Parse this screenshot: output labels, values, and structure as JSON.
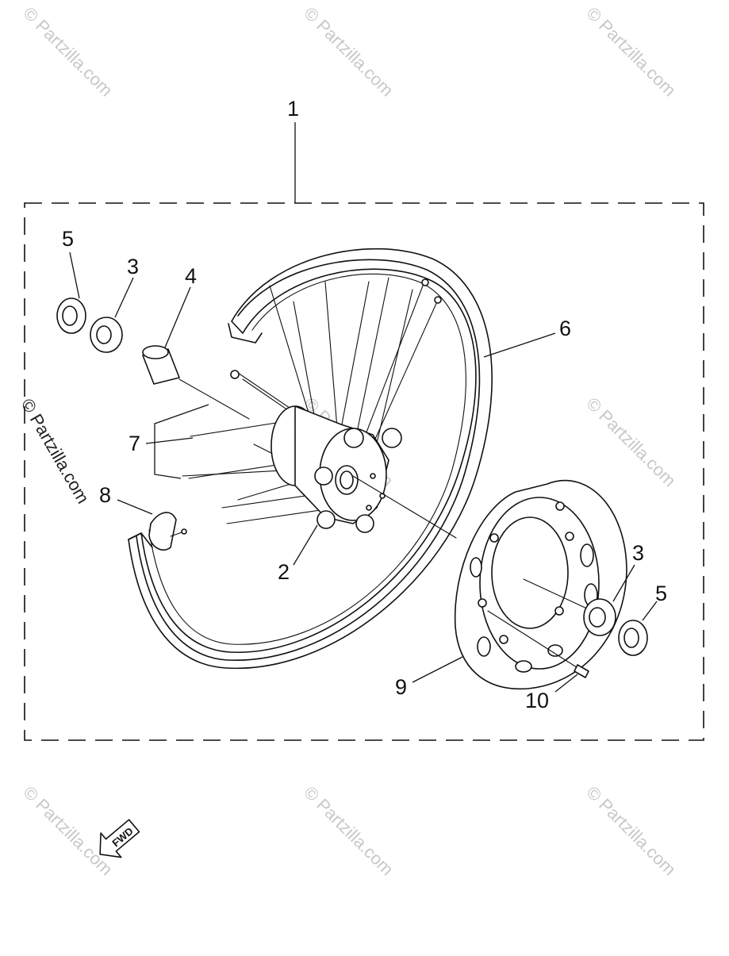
{
  "watermark": {
    "text": "© Partzilla.com",
    "color": "#c8c8c8"
  },
  "side_mark": {
    "text": "© Partzilla.com"
  },
  "callouts": {
    "c1": "1",
    "c2": "2",
    "c3a": "3",
    "c3b": "3",
    "c4": "4",
    "c5a": "5",
    "c5b": "5",
    "c6": "6",
    "c7": "7",
    "c8": "8",
    "c9": "9",
    "c10": "10"
  },
  "fwd_arrow": {
    "label": "FWD"
  },
  "parts": [
    {
      "ref": "1",
      "name": "wheel-assembly"
    },
    {
      "ref": "2",
      "name": "hub"
    },
    {
      "ref": "3",
      "name": "bearing"
    },
    {
      "ref": "4",
      "name": "collar"
    },
    {
      "ref": "5",
      "name": "oil-seal"
    },
    {
      "ref": "6",
      "name": "rim"
    },
    {
      "ref": "7",
      "name": "spoke-set"
    },
    {
      "ref": "8",
      "name": "tube-protector"
    },
    {
      "ref": "9",
      "name": "brake-disc"
    },
    {
      "ref": "10",
      "name": "bolt"
    }
  ]
}
